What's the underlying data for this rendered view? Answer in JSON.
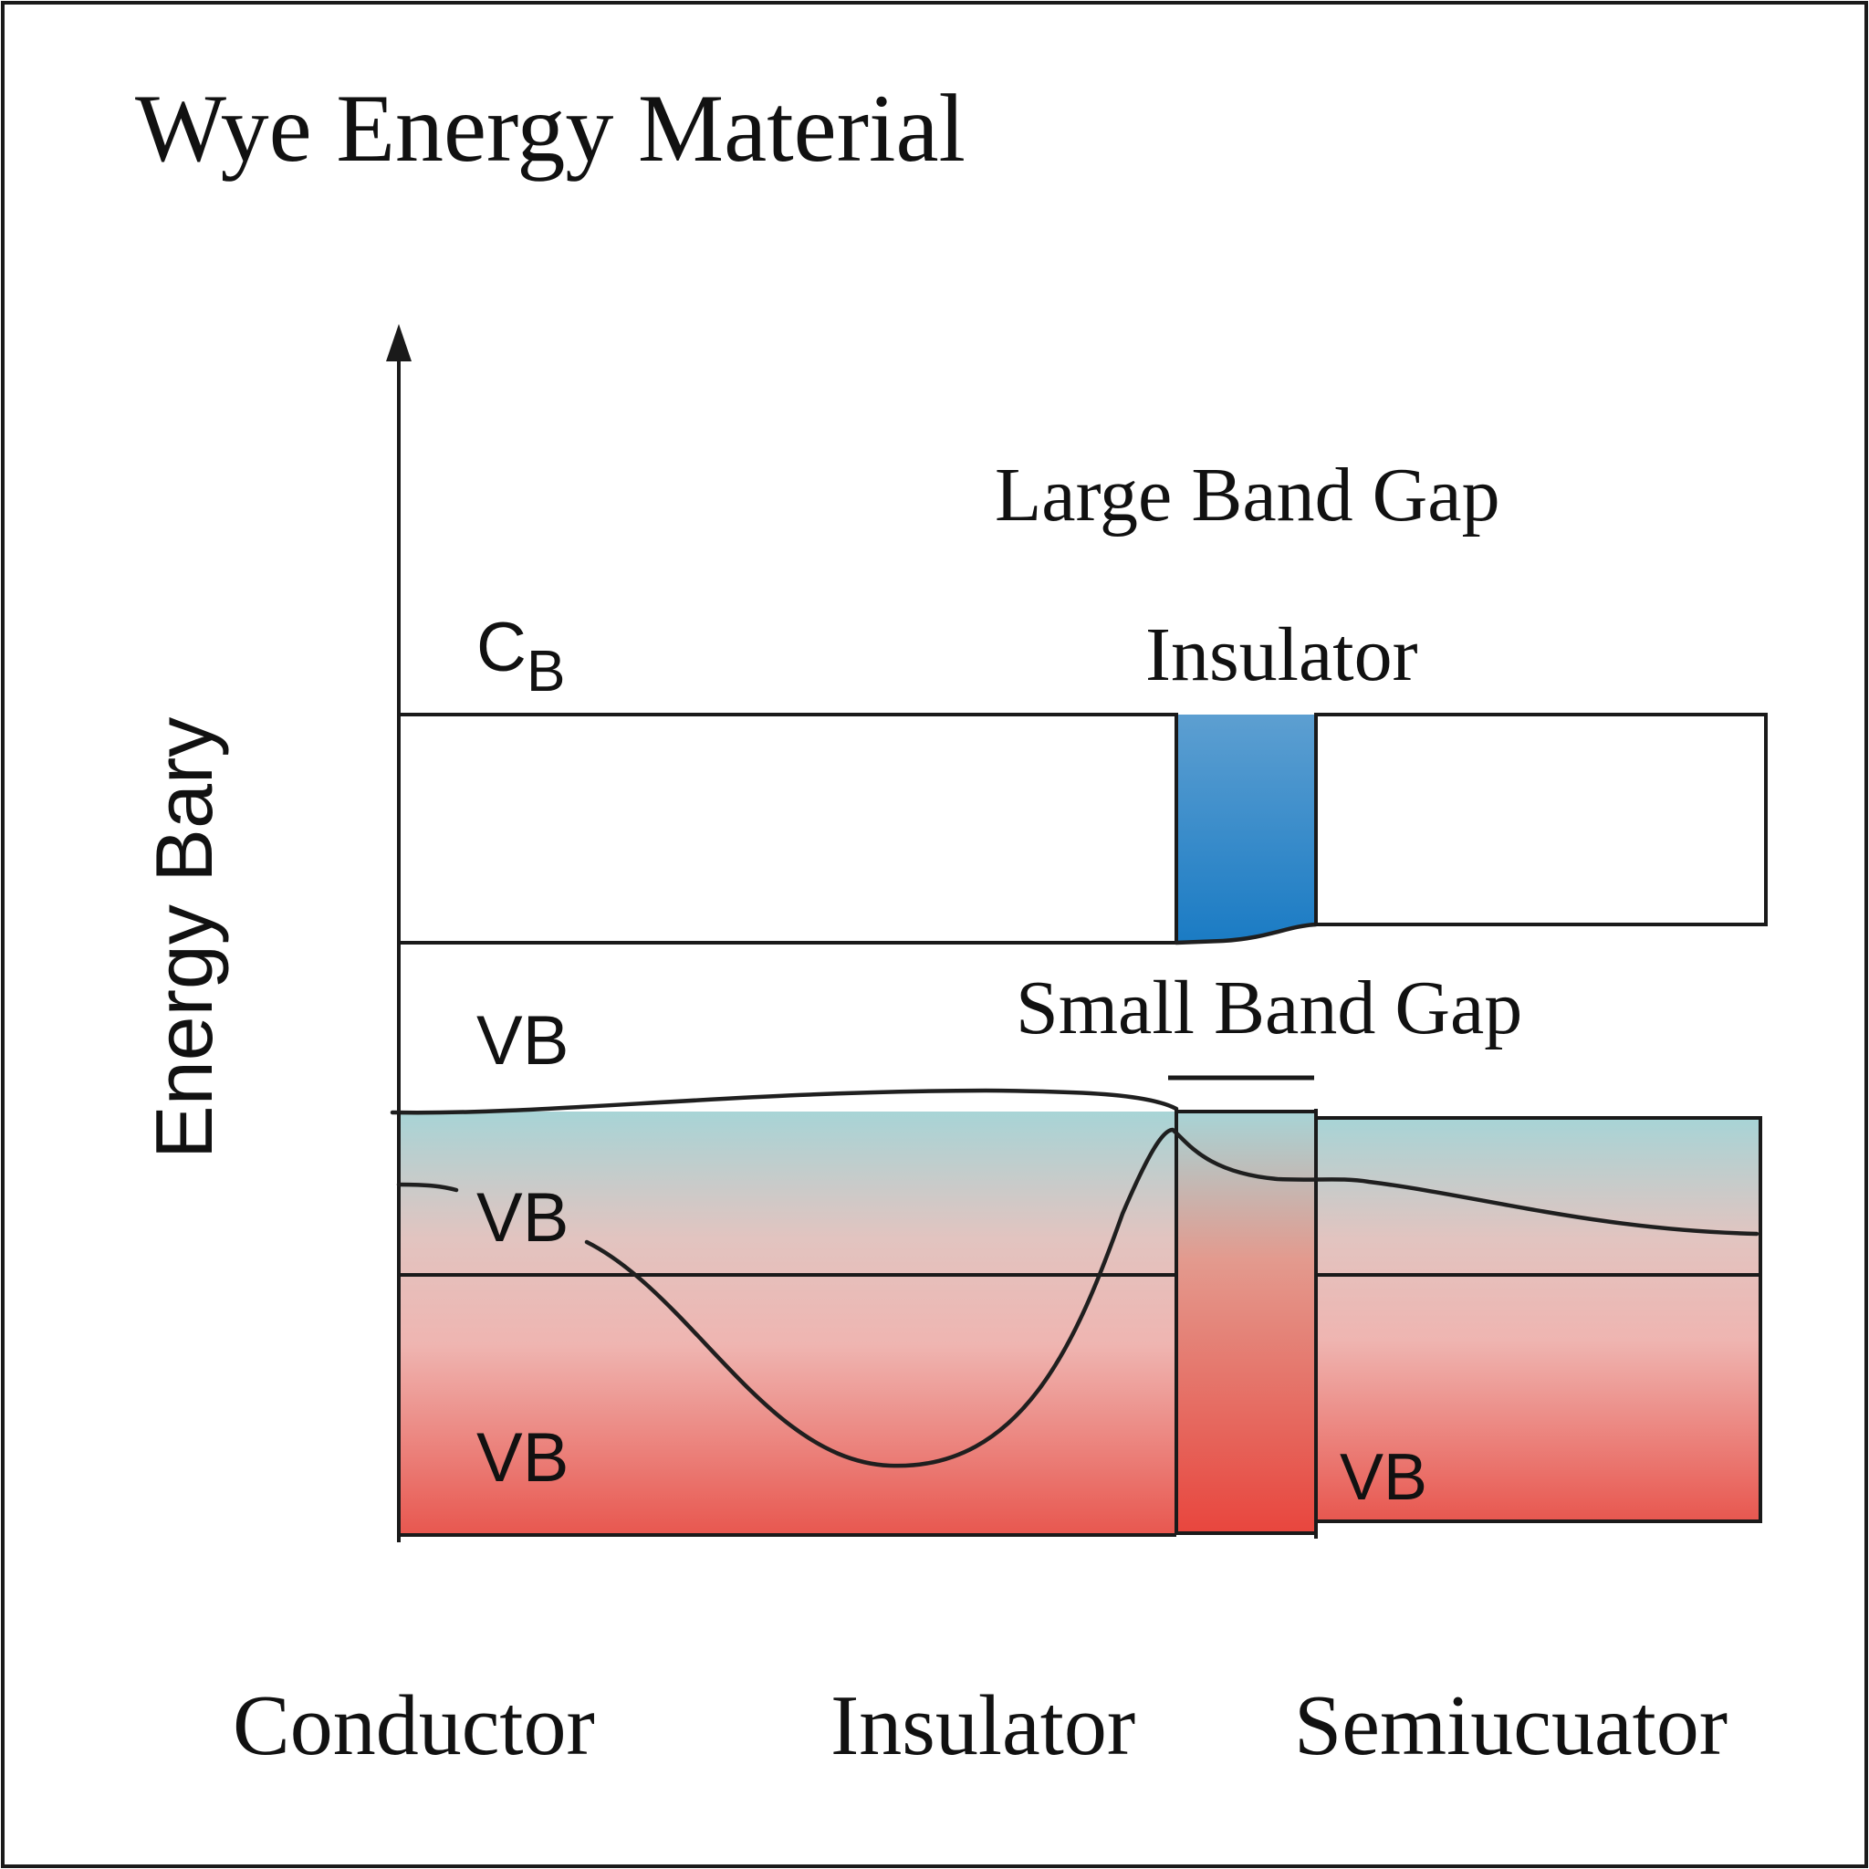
{
  "title": "Wye Energy Material",
  "y_axis_label": "Energy Bary",
  "labels": {
    "large_band_gap": "Large Band Gap",
    "small_band_gap": "Small Band Gap",
    "insulator_top": "Insulator",
    "cb_main": "C",
    "cb_sub": "B",
    "vb_upper": "VB",
    "vb_middle": "VB",
    "vb_lower_left": "VB",
    "vb_lower_right": "VB"
  },
  "x_categories": [
    "Conductor",
    "Insulator",
    "Semiucuator"
  ],
  "colors": {
    "conduction_band_light": "#d3e2f0",
    "conduction_band_dark": "#4f93c8",
    "insulator_strip_dark": "#1a7bc4",
    "valence_top": "#a7d4d6",
    "valence_mid": "#e8c0bd",
    "valence_bottom": "#e8574f",
    "outline": "#1a1a1a"
  }
}
